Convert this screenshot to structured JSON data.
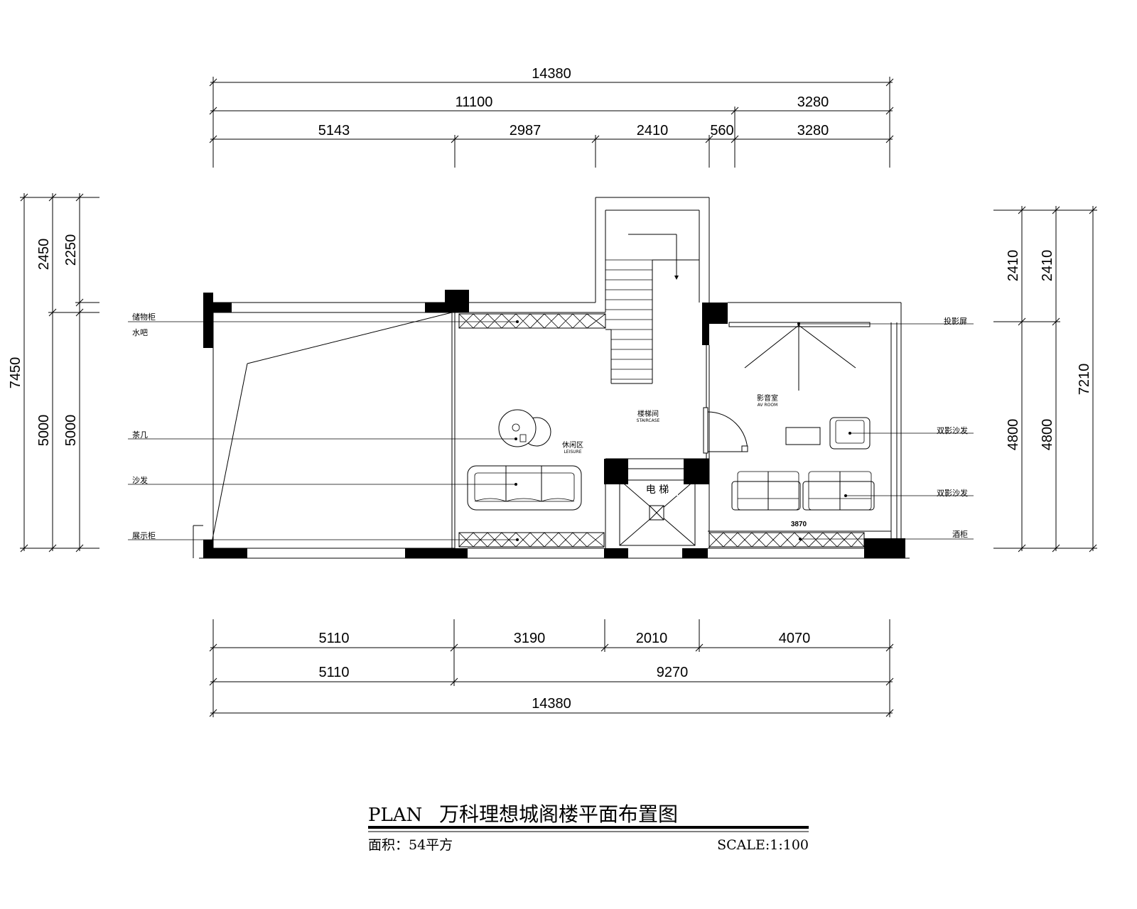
{
  "dimensions": {
    "top_total": "14380",
    "top_mid_left": "11100",
    "top_mid_right": "3280",
    "top_segments": [
      "5143",
      "2987",
      "2410",
      "560",
      "3280"
    ],
    "bottom_segments": [
      "5110",
      "3190",
      "2010",
      "4070"
    ],
    "bottom_mid_left": "5110",
    "bottom_mid_right": "9270",
    "bottom_total": "14380",
    "left_total": "7450",
    "left_upper_a": "2450",
    "left_upper_b": "2250",
    "left_lower_a": "5000",
    "left_lower_b": "5000",
    "right_total": "7210",
    "right_upper_a": "2410",
    "right_upper_b": "2410",
    "right_lower_a": "4800",
    "right_lower_b": "4800",
    "inner_3870": "3870"
  },
  "labels": {
    "left": [
      "储物柜",
      "水吧",
      "茶几",
      "沙发",
      "展示柜"
    ],
    "right": [
      "投影屏",
      "双影沙发",
      "双影沙发",
      "酒柜"
    ]
  },
  "rooms": {
    "stair": "楼梯间",
    "stair_sub": "STAIRCASE",
    "lounge": "休闲区",
    "lounge_sub": "LEISURE",
    "av": "影音室",
    "av_sub": "AV ROOM",
    "elevator": "电 梯"
  },
  "title": {
    "prefix": "PLAN",
    "name": "万科理想城阁楼平面布置图",
    "area": "面积：54平方",
    "scale": "SCALE:1:100"
  }
}
